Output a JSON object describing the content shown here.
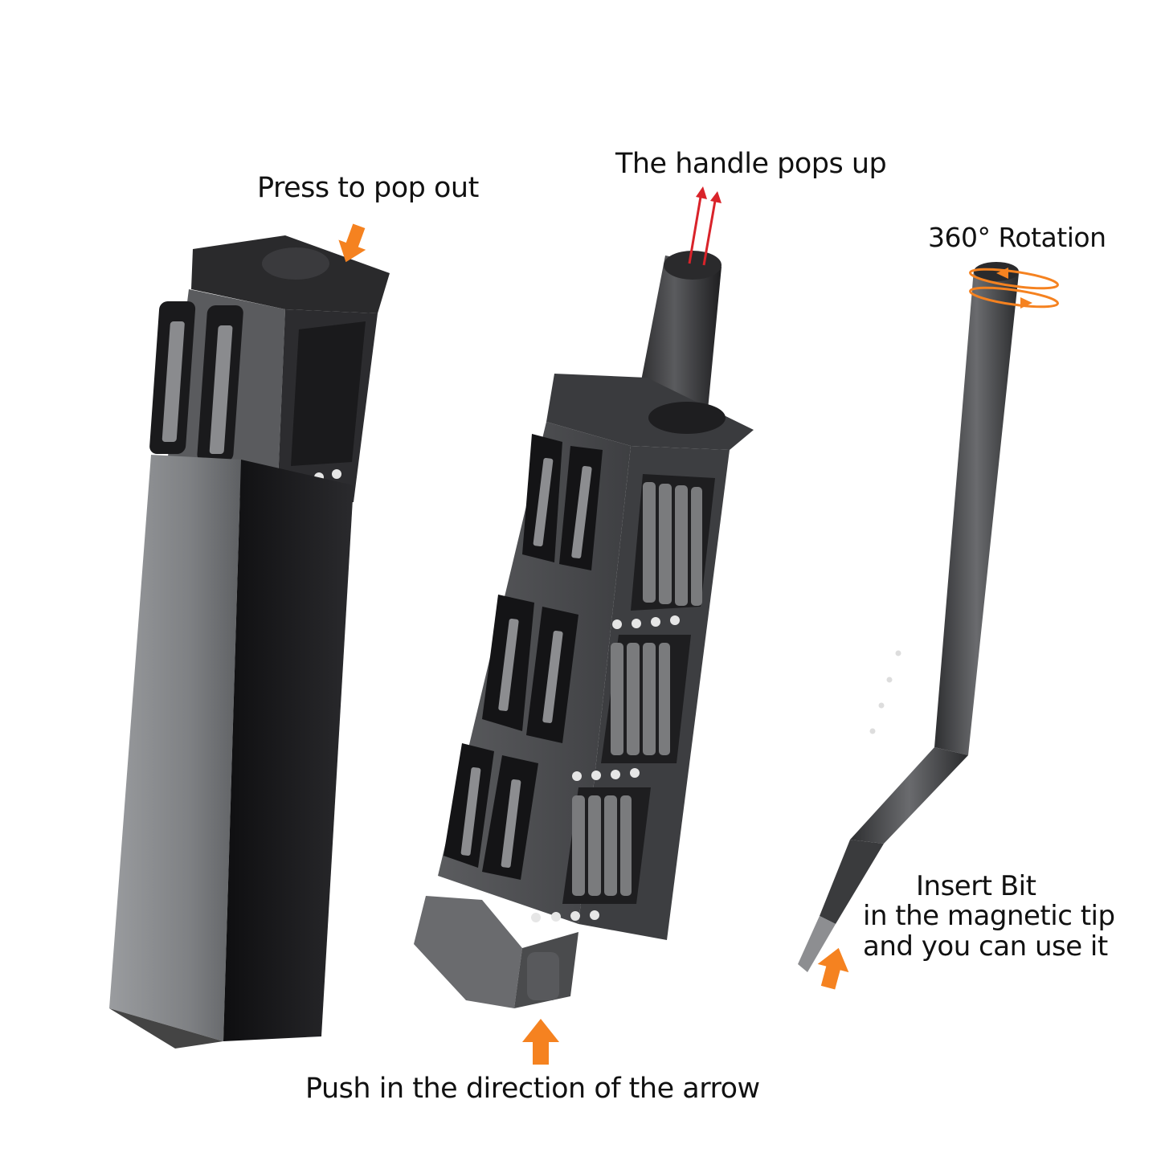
{
  "captions": {
    "press": "Press to pop out",
    "handle": "The handle pops up",
    "rotation": "360° Rotation",
    "insert_line1": "Insert Bit",
    "insert_line2": "in the magnetic tip",
    "insert_line3": "and you can use it",
    "push": "Push in the direction of the arrow"
  },
  "colors": {
    "orange_arrow": "#f58220",
    "red_arrow": "#d9232a",
    "case_dark": "#1c1c1e",
    "case_side": "#6b6d70",
    "body_gray": "#4a4b4d",
    "bit_gray": "#7a7b7d",
    "background": "#ffffff"
  },
  "items": [
    {
      "name": "closed-case",
      "description": "Screwdriver kit in sleeve"
    },
    {
      "name": "open-kit",
      "description": "Kit with handle popped up and bit racks"
    },
    {
      "name": "screwdriver",
      "description": "Assembled screwdriver with bit"
    }
  ]
}
